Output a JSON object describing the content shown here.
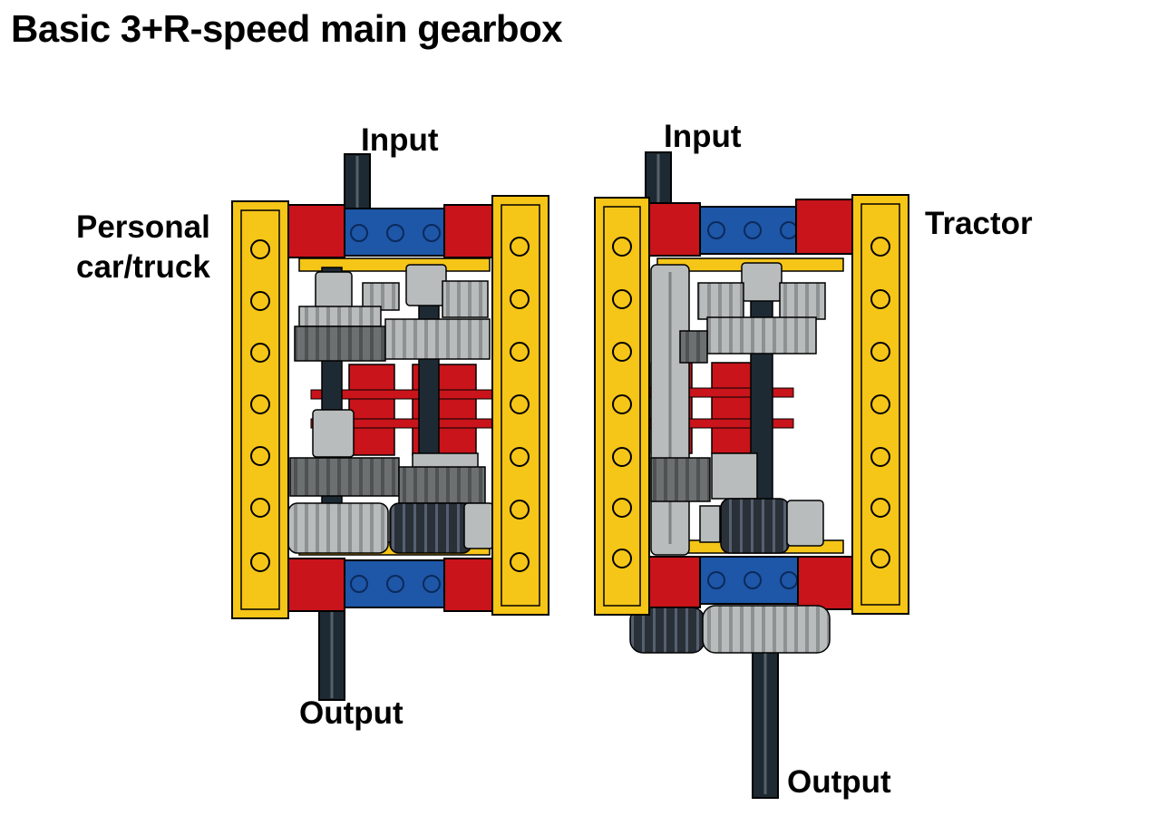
{
  "title": "Basic 3+R-speed main gearbox",
  "left_model": {
    "input_label": "Input",
    "output_label": "Output",
    "variant_label_line1": "Personal",
    "variant_label_line2": "car/truck"
  },
  "right_model": {
    "input_label": "Input",
    "output_label": "Output",
    "variant_label": "Tractor"
  },
  "colors": {
    "yellow_beam": "#f5c518",
    "red_brick": "#c8141a",
    "blue_beam": "#1e56a8",
    "axle": "#1e2a33",
    "gear_light": "#b8bcbc",
    "gear_dark": "#6c7070",
    "gear_black": "#2a3038"
  }
}
